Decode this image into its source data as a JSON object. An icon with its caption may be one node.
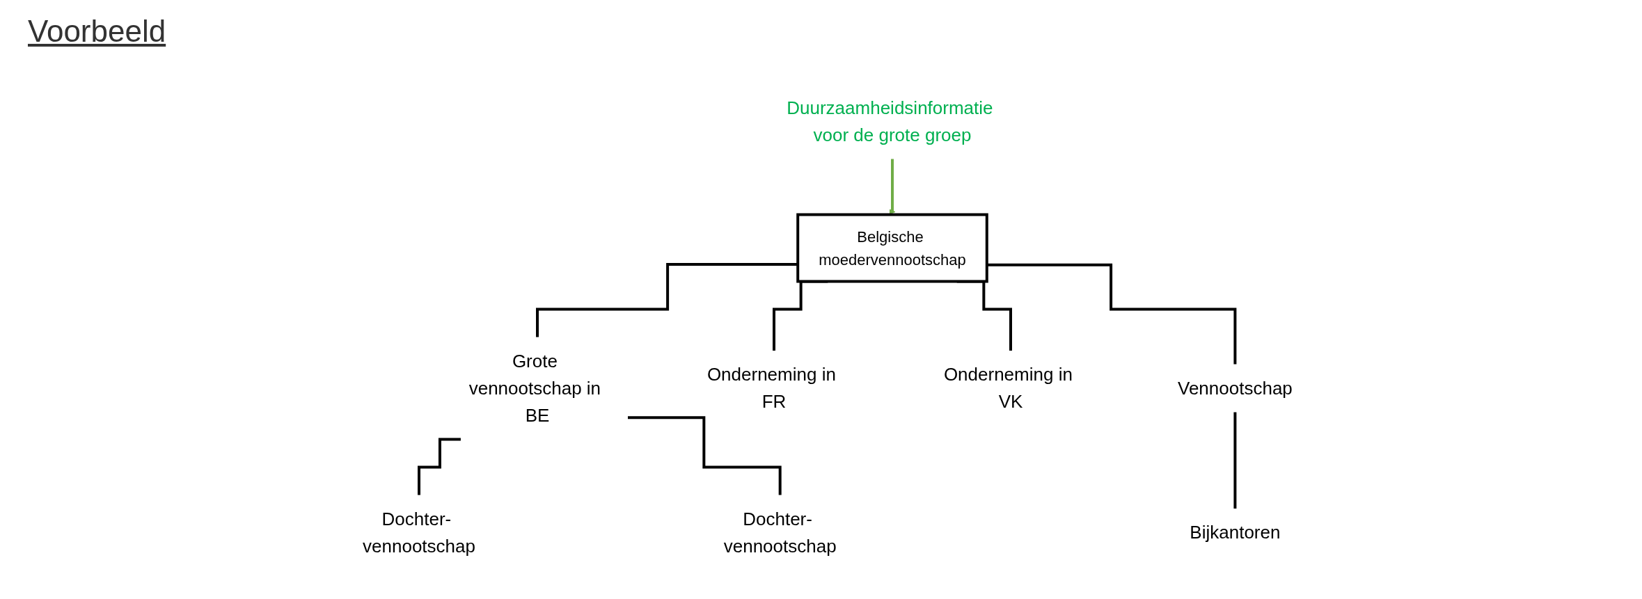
{
  "diagram": {
    "title": "Voorbeeld",
    "nodes": [
      {
        "text": [
          "Belgische moedervennootschap"
        ]
      },
      {
        "text": [
          "Duurzaamheidsinformatie voor de grote groep"
        ]
      },
      {
        "text": [
          "Grote vennootschap in BE"
        ]
      },
      {
        "text": [
          "Onderneming in FR"
        ]
      },
      {
        "text": [
          "Onderneming in VK"
        ]
      },
      {
        "text": [
          "Vennootschap"
        ]
      },
      {
        "text": [
          "Dochter- vennootschap"
        ]
      },
      {
        "text": [
          "Dochter- vennootschap"
        ]
      },
      {
        "text": [
          "Bijkantoren"
        ]
      }
    ],
    "edges": [
      {
        "from": 1,
        "to": 0,
        "arrow": "to",
        "color": "#70ad47"
      },
      {
        "from": 0,
        "to": 2,
        "arrow": "none"
      },
      {
        "from": 0,
        "to": 3,
        "arrow": "none"
      },
      {
        "from": 0,
        "to": 4,
        "arrow": "none"
      },
      {
        "from": 0,
        "to": 5,
        "arrow": "none"
      },
      {
        "from": 2,
        "to": 6,
        "arrow": "none"
      },
      {
        "from": 2,
        "to": 7,
        "arrow": "none"
      },
      {
        "from": 5,
        "to": 8,
        "arrow": "none"
      }
    ]
  }
}
